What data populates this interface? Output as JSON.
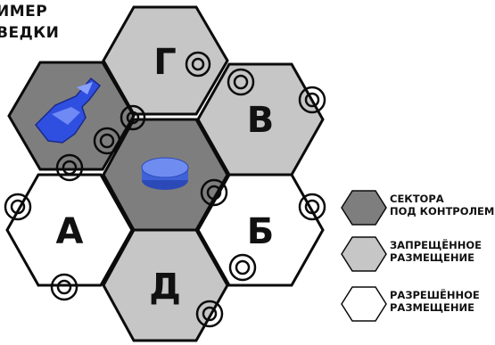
{
  "title": {
    "line1": "ИМЕР",
    "line2": "ВЕДКИ"
  },
  "colors": {
    "controlled": "#7e7e7e",
    "forbidden": "#c6c6c6",
    "allowed": "#ffffff",
    "outline": "#0b0b0b",
    "ship": "#2f4fe0",
    "token": "#3f62d8"
  },
  "hexes": [
    {
      "id": "top-left-ship",
      "label": "",
      "state": "controlled",
      "ship": true
    },
    {
      "id": "g",
      "label": "Г",
      "state": "forbidden"
    },
    {
      "id": "v",
      "label": "В",
      "state": "forbidden"
    },
    {
      "id": "center-token",
      "label": "",
      "state": "controlled",
      "token": true
    },
    {
      "id": "a",
      "label": "А",
      "state": "allowed"
    },
    {
      "id": "b",
      "label": "Б",
      "state": "allowed"
    },
    {
      "id": "d",
      "label": "Д",
      "state": "forbidden"
    }
  ],
  "legend": [
    {
      "state": "controlled",
      "line1": "СЕКТОРА",
      "line2": "ПОД КОНТРОЛЕМ"
    },
    {
      "state": "forbidden",
      "line1": "ЗАПРЕЩЁННОЕ",
      "line2": "РАЗМЕЩЕНИЕ"
    },
    {
      "state": "allowed",
      "line1": "РАЗРЕШЁННОЕ",
      "line2": "РАЗМЕЩЕНИЕ"
    }
  ]
}
